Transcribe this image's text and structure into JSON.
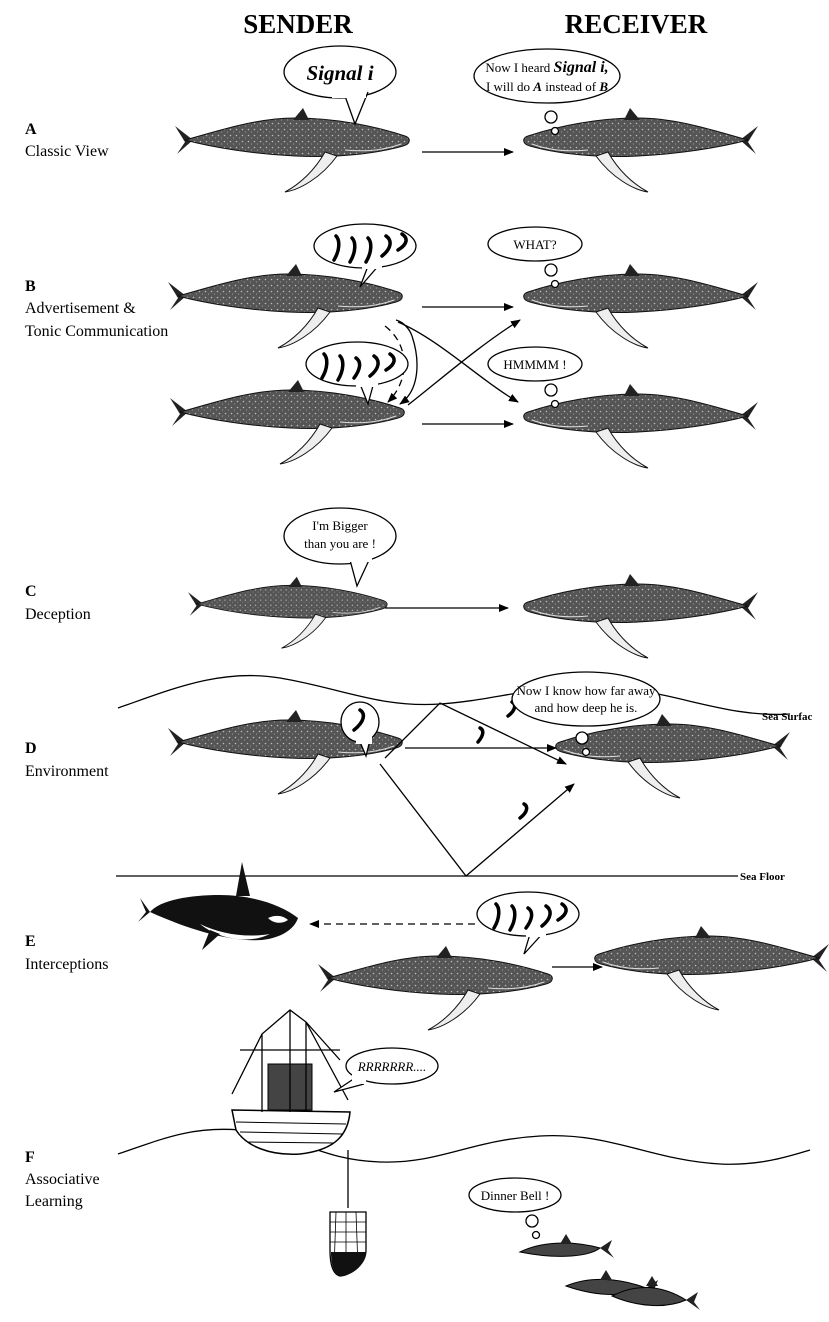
{
  "headers": {
    "sender": "SENDER",
    "receiver": "RECEIVER"
  },
  "panels": {
    "a": {
      "letter": "A",
      "desc": "Classic View",
      "sender_bubble": "Signal i",
      "receiver_line1_prefix": "Now I heard ",
      "receiver_line1_signal": "Signal i,",
      "receiver_line2_prefix": "I will do ",
      "receiver_line2_a": "A",
      "receiver_line2_mid": " instead of ",
      "receiver_line2_b": "B"
    },
    "b": {
      "letter": "B",
      "desc_line1": "Advertisement &",
      "desc_line2": "Tonic Communication",
      "receiver_bubble_1": "WHAT?",
      "receiver_bubble_2": "HMMMM !"
    },
    "c": {
      "letter": "C",
      "desc": "Deception",
      "bubble_line1": "I'm Bigger",
      "bubble_line2": "than you are !"
    },
    "d": {
      "letter": "D",
      "desc": "Environment",
      "bubble_line1": "Now I know how far away",
      "bubble_line2": "and how deep he is.",
      "surface_label": "Sea Surfac",
      "floor_label": "Sea Floor"
    },
    "e": {
      "letter": "E",
      "desc": "Interceptions"
    },
    "f": {
      "letter": "F",
      "desc_line1": "Associative",
      "desc_line2": "Learning",
      "boat_bubble": "RRRRRRR....",
      "dolphin_bubble": "Dinner Bell !"
    }
  }
}
